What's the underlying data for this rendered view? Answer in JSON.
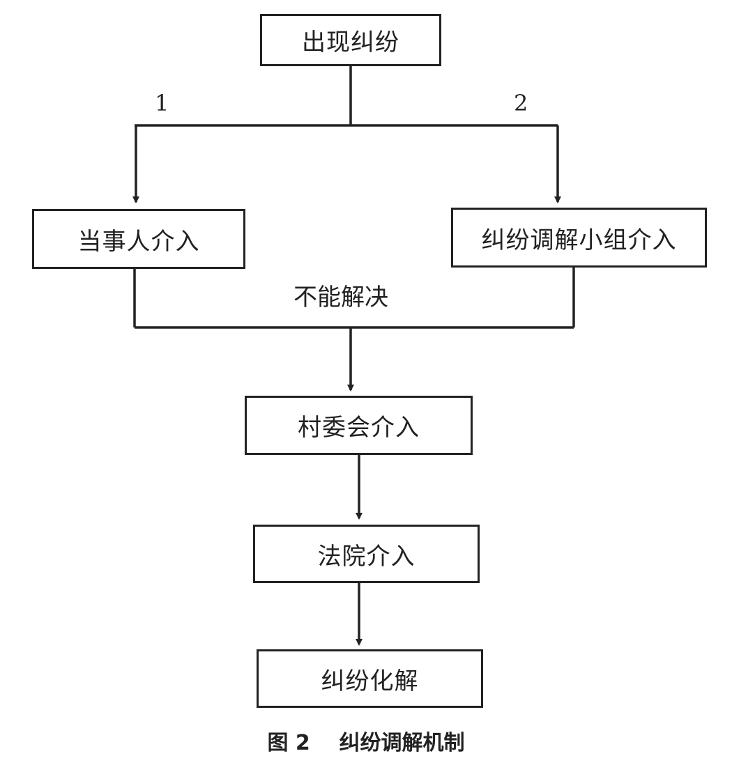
{
  "nodes": {
    "start": "出现纠纷",
    "party": "当事人介入",
    "team": "纠纷调解小组介入",
    "village": "村委会介入",
    "court": "法院介入",
    "resolved": "纠纷化解"
  },
  "labels": {
    "path_1": "1",
    "path_2": "2",
    "unresolved": "不能解决"
  },
  "caption": {
    "figure_number": "图 2",
    "title": "纠纷调解机制"
  }
}
